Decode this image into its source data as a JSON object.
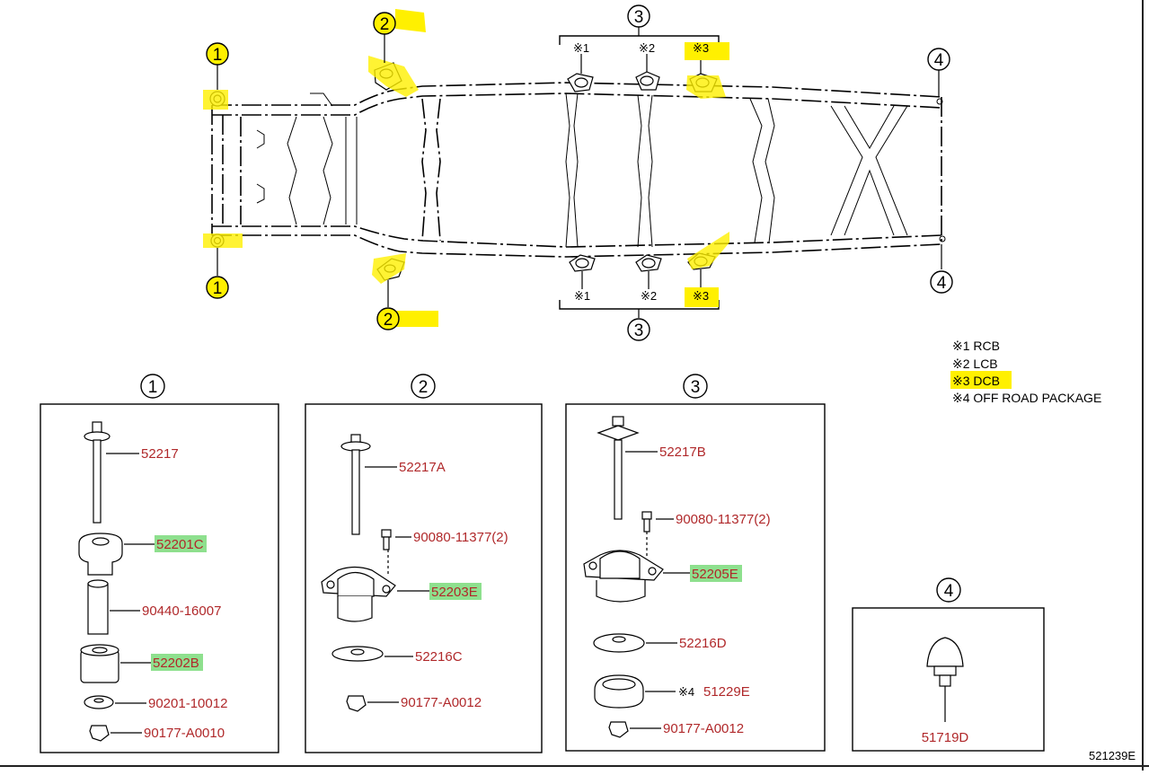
{
  "diagram": {
    "code": "521239E",
    "notes": {
      "rcb": "※1",
      "lcb": "※2",
      "dcb": "※3"
    },
    "callouts": {
      "one": "1",
      "two": "2",
      "three": "3",
      "four": "4"
    },
    "legend": [
      "※1 RCB",
      "※2 LCB",
      "※3 DCB",
      "※4 OFF ROAD PACKAGE"
    ],
    "group1": {
      "number": "1",
      "parts": [
        "52217",
        "52201C",
        "90440-16007",
        "52202B",
        "90201-10012",
        "90177-A0010"
      ]
    },
    "group2": {
      "number": "2",
      "parts": [
        "52217A",
        "90080-11377(2)",
        "52203E",
        "52216C",
        "90177-A0012"
      ]
    },
    "group3": {
      "number": "3",
      "parts": [
        "52217B",
        "90080-11377(2)",
        "52205E",
        "52216D",
        "※4",
        "51229E",
        "90177-A0012"
      ]
    },
    "group4": {
      "number": "4",
      "parts": [
        "51719D"
      ]
    },
    "highlights": {
      "yellow": "#fff000",
      "green": "#8ee08e",
      "part_text": "#b0282a"
    }
  }
}
